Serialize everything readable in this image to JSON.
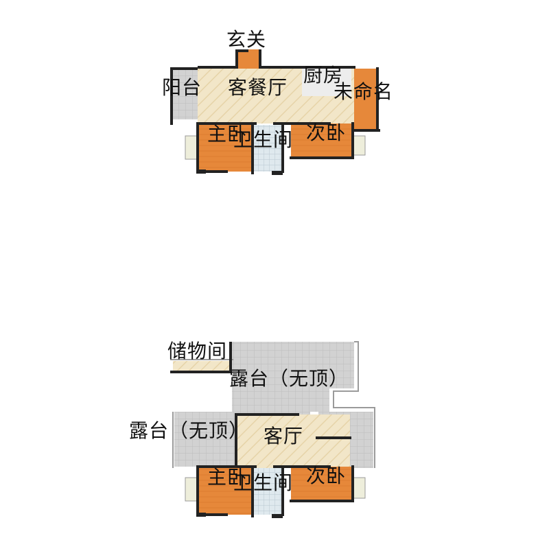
{
  "upper_floor": {
    "rooms": {
      "entrance": "玄关",
      "balcony": "阳台",
      "living_dining": "客餐厅",
      "kitchen": "厨房",
      "unnamed": "未命名",
      "master_bedroom": "主卧",
      "bathroom": "卫生间",
      "second_bedroom": "次卧"
    }
  },
  "lower_floor": {
    "rooms": {
      "storage": "储物间",
      "terrace_right": "露台（无顶）",
      "terrace_left": "露台（无顶）",
      "living": "客厅",
      "master_bedroom": "主卧",
      "bathroom": "卫生间",
      "second_bedroom": "次卧"
    }
  },
  "colors": {
    "wall": "#222222",
    "wood_floor": "#f2e6c8",
    "wood_stripe": "#e6d3a8",
    "bedroom_floor": "#e6883a",
    "tile_floor": "#cfcfcf",
    "tile_line": "#b8b8b8",
    "bath_floor": "#d7e4ea",
    "window_frame": "#e9e9d6"
  }
}
